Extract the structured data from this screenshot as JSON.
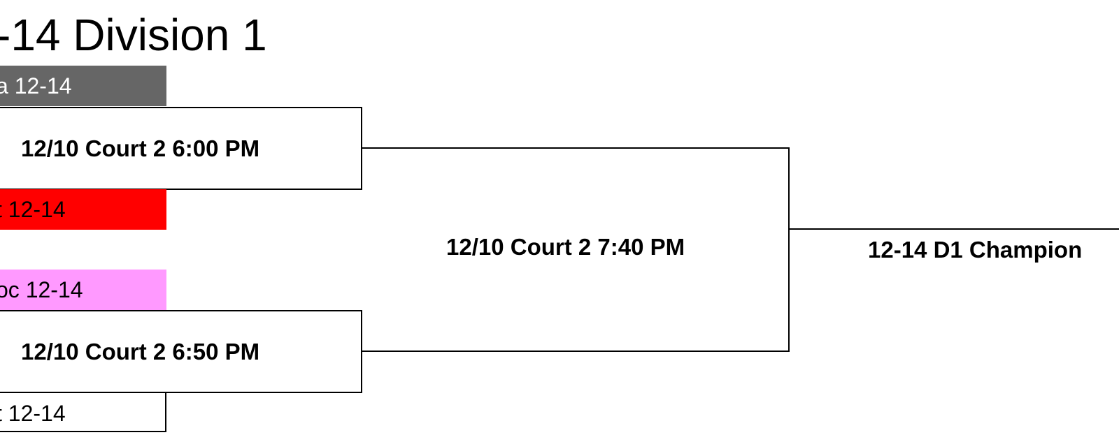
{
  "title": "-14 Division 1",
  "teams": [
    {
      "label": "a 12-14",
      "color": "#666666"
    },
    {
      "label": "t 12-14",
      "color": "#ff0000"
    },
    {
      "label": "oc 12-14",
      "color": "#ff99ff"
    },
    {
      "label": "t 12-14",
      "color": "#ffffff"
    }
  ],
  "games": [
    {
      "label": "12/10 Court 2 6:00 PM"
    },
    {
      "label": "12/10 Court 2 6:50 PM"
    }
  ],
  "semifinal": {
    "label": "12/10 Court 2 7:40 PM"
  },
  "champion": {
    "label": "12-14 D1 Champion"
  },
  "colors": {
    "line": "#000000",
    "background": "#ffffff"
  }
}
